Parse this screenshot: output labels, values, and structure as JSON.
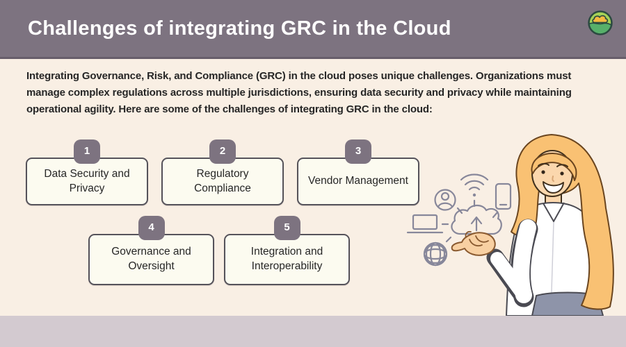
{
  "header": {
    "title": "Challenges of integrating GRC in the Cloud",
    "logo_icon": "cloud-over-hills-logo-icon"
  },
  "intro": {
    "text": "Integrating Governance, Risk, and Compliance (GRC) in the cloud poses unique challenges. Organizations must manage complex regulations across multiple jurisdictions, ensuring data security and privacy while maintaining operational agility. Here are some of the challenges of integrating GRC in the cloud:"
  },
  "challenges": [
    {
      "number": "1",
      "label": "Data Security and Privacy"
    },
    {
      "number": "2",
      "label": "Regulatory Compliance"
    },
    {
      "number": "3",
      "label": "Vendor Management"
    },
    {
      "number": "4",
      "label": "Governance and Oversight"
    },
    {
      "number": "5",
      "label": "Integration and Interoperability"
    }
  ],
  "illustration": {
    "description": "woman presenting a cloud-upload concept surrounded by tech icons",
    "icons": [
      "user-icon",
      "wifi-icon",
      "smartphone-icon",
      "laptop-icon",
      "cloud-upload-icon",
      "globe-icon"
    ]
  },
  "colors": {
    "header_bg": "#7d7380",
    "footer_bg": "#d3cad0",
    "body_bg": "#f9efe4",
    "card_bg": "#fcfbf0",
    "card_border": "#55525a",
    "badge_bg": "#7d7380",
    "text_dark": "#262626",
    "title_color": "#ffffff"
  }
}
